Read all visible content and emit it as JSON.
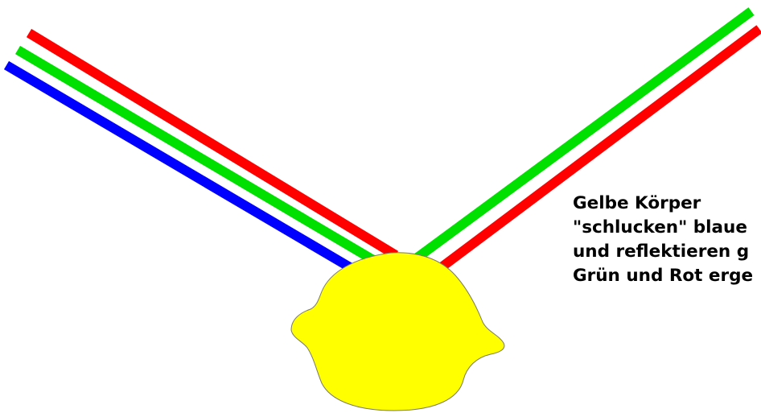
{
  "colors": {
    "background": "#ffffff",
    "red_ray": "#ff0000",
    "green_ray": "#00e000",
    "blue_ray": "#0000ff",
    "lemon_fill": "#ffff00",
    "lemon_outline": "#7a7a66",
    "text": "#000000"
  },
  "rays": {
    "incoming": [
      "red",
      "green",
      "blue"
    ],
    "reflected": [
      "green",
      "red"
    ]
  },
  "icons": {
    "object": "lemon-icon"
  },
  "caption": {
    "line1": "Gelbe Körper",
    "line2": "\"schlucken\" blaue",
    "line3": "und reflektieren g",
    "line4": "Grün und Rot erge"
  }
}
